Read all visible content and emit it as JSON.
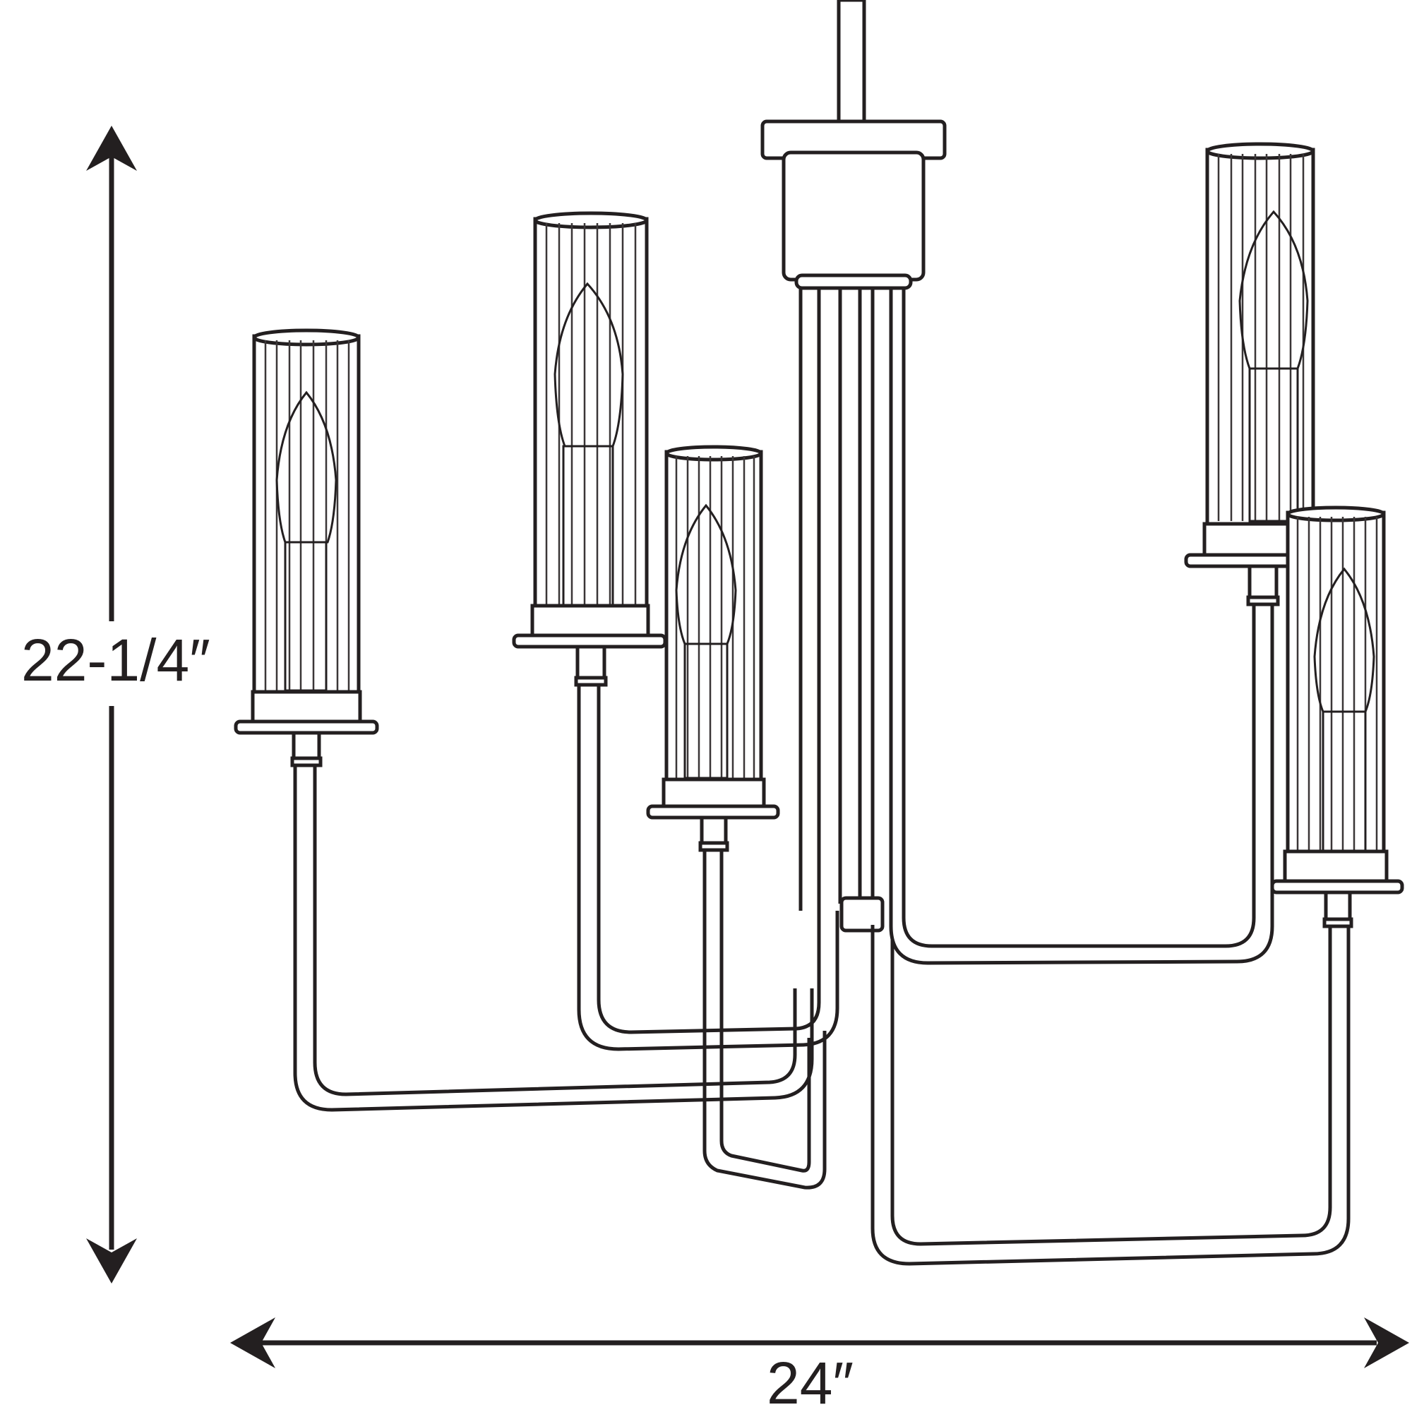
{
  "dimensions": {
    "height_label": "22-1/4″",
    "width_label": "24″"
  },
  "colors": {
    "line": "#231f20",
    "glass_rib": "#3a3637",
    "background": "#ffffff"
  },
  "fixture": {
    "arms": 5,
    "features": [
      "fluted-glass-shade",
      "candelabra-bulb",
      "bobeche",
      "canopy",
      "stem"
    ]
  }
}
